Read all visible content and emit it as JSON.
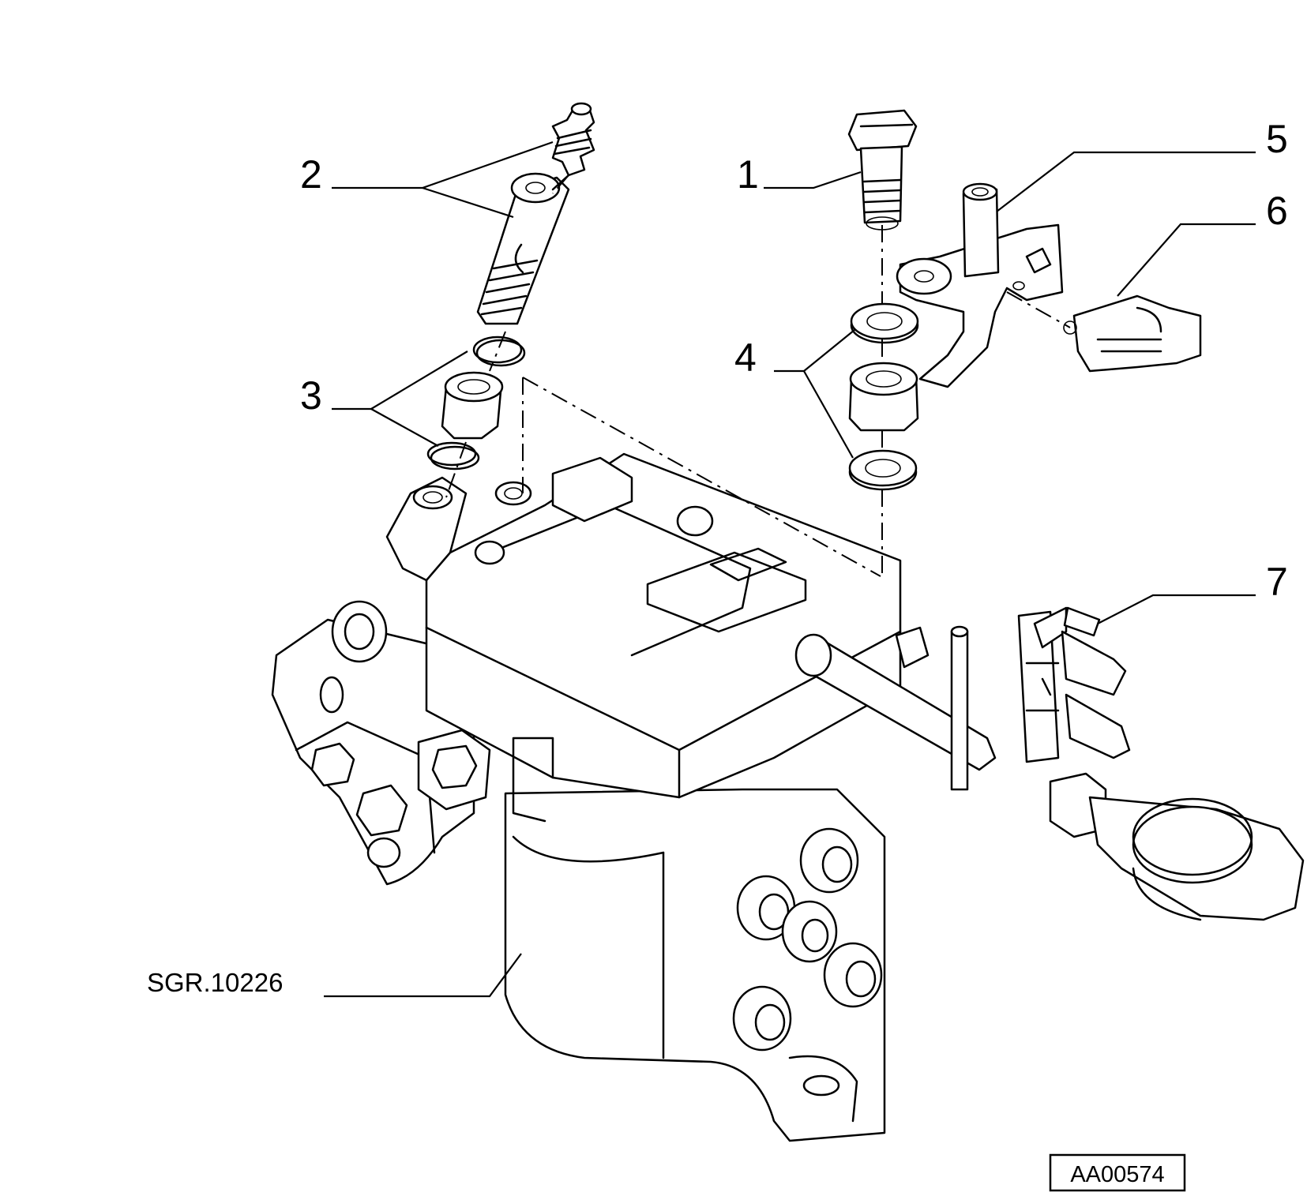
{
  "callouts": {
    "c1": "1",
    "c2": "2",
    "c3": "3",
    "c4": "4",
    "c5": "5",
    "c6": "6",
    "c7": "7"
  },
  "assembly_ref": "SGR.10226",
  "drawing_code": "AA00574"
}
